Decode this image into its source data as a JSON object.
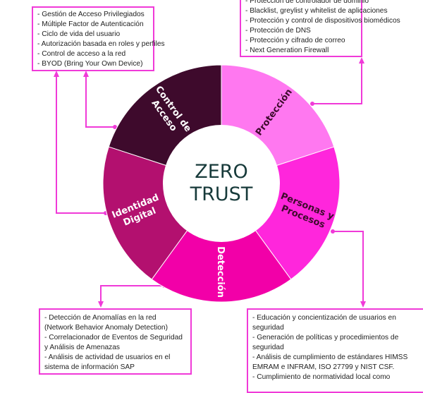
{
  "center": {
    "line1": "ZERO",
    "line2": "TRUST"
  },
  "segments": [
    {
      "label_lines": [
        "Control de",
        "Acceso"
      ],
      "color": "#3e0a2c",
      "text_color": "#ffffff"
    },
    {
      "label_lines": [
        "Protección"
      ],
      "color": "#ff78f0",
      "text_color": "#3e0a2c"
    },
    {
      "label_lines": [
        "Personas y",
        "Procesos"
      ],
      "color": "#ff26dc",
      "text_color": "#3e0a2c"
    },
    {
      "label_lines": [
        "Detección"
      ],
      "color": "#f200a8",
      "text_color": "#ffffff"
    },
    {
      "label_lines": [
        "Identidad",
        "Digital"
      ],
      "color": "#b3106f",
      "text_color": "#ffffff"
    }
  ],
  "connector_color": "#f03ad8",
  "boxes": {
    "control_acceso": [
      "- Gestión de Acceso Privilegiados",
      "- Múltiple Factor de Autenticación",
      "- Ciclo de vida del usuario",
      "- Autorización basada en roles y perfiles",
      "- Control de acceso a la red",
      "- BYOD (Bring Your Own Device)"
    ],
    "proteccion": [
      "- Protección de controlador de dominio",
      "- Blacklist, greylist y whitelist de aplicaciones",
      "- Protección y control de dispositivos biomédicos",
      "- Protección de DNS",
      "- Protección y cifrado de correo",
      "- Next Generation Firewall"
    ],
    "deteccion": [
      "- Detección de Anomalías en la red (Network Behavior Anomaly Detection)",
      "- Correlacionador de Eventos de Seguridad y Análisis de Amenazas",
      "- Análisis de actividad de usuarios en el sistema de información SAP"
    ],
    "personas": [
      "- Educación y concientización de usuarios en seguridad",
      "- Generación de políticas y procedimientos de seguridad",
      "- Análisis de cumplimiento de estándares HIMSS EMRAM e INFRAM, ISO 27799 y NIST CSF.",
      "- Cumplimiento de normatividad local como"
    ]
  }
}
